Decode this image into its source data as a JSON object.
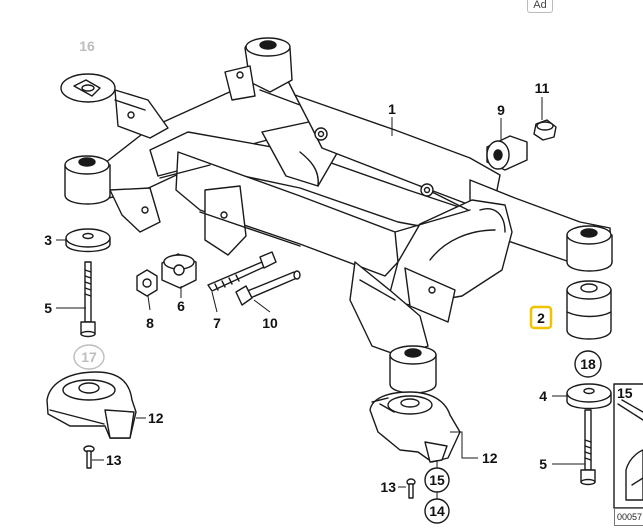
{
  "ad_badge": "Ad",
  "diagram_code": "00057",
  "callouts": {
    "c1": "1",
    "c2": "2",
    "c3": "3",
    "c4": "4",
    "c5a": "5",
    "c5b": "5",
    "c6": "6",
    "c7": "7",
    "c8": "8",
    "c9": "9",
    "c10": "10",
    "c11": "11",
    "c12a": "12",
    "c12b": "12",
    "c13a": "13",
    "c13b": "13",
    "c14": "14",
    "c15a": "15",
    "c15b": "15",
    "c16": "16",
    "c17": "17",
    "c18": "18"
  },
  "colors": {
    "line": "#1a1a1a",
    "highlight": "#f2c200",
    "grey_callout": "#bdbdbd"
  }
}
